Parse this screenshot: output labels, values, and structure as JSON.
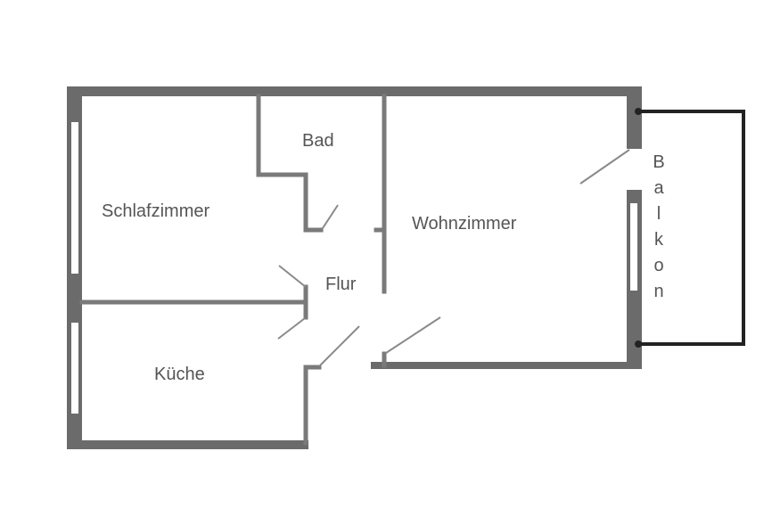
{
  "rooms": {
    "bad": "Bad",
    "schlafzimmer": "Schlafzimmer",
    "flur": "Flur",
    "wohnzimmer": "Wohnzimmer",
    "kueche": "Küche"
  },
  "balkon": {
    "label": "Balkon",
    "letters": [
      "B",
      "a",
      "l",
      "k",
      "o",
      "n"
    ]
  },
  "colors": {
    "wall": "#6b6b6b",
    "thin_wall": "#7a7a7a",
    "window_glass": "#ffffff",
    "door_swing": "#8a8a8a",
    "balcony_rail": "#222222",
    "text": "#555555"
  }
}
